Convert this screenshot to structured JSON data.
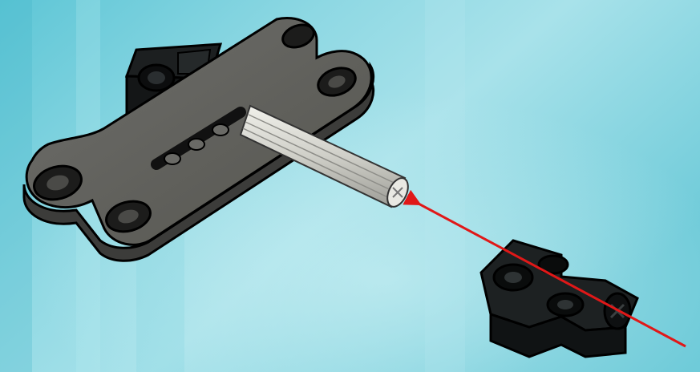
{
  "diagram": {
    "type": "assembly-instruction",
    "background_colors": [
      "#5ec6d6",
      "#8ed8e3",
      "#a8e2ea",
      "#6fcbd9"
    ],
    "parts": [
      {
        "name": "gray-double-beam",
        "color": "#5c5c5a"
      },
      {
        "name": "black-connector-peg",
        "color": "#1c1f20"
      },
      {
        "name": "light-gray-axle",
        "color": "#d8d8d2"
      },
      {
        "name": "black-cross-block",
        "color": "#1d2122"
      }
    ],
    "arrow": {
      "color": "#e01818",
      "meaning": "insert-direction"
    }
  }
}
